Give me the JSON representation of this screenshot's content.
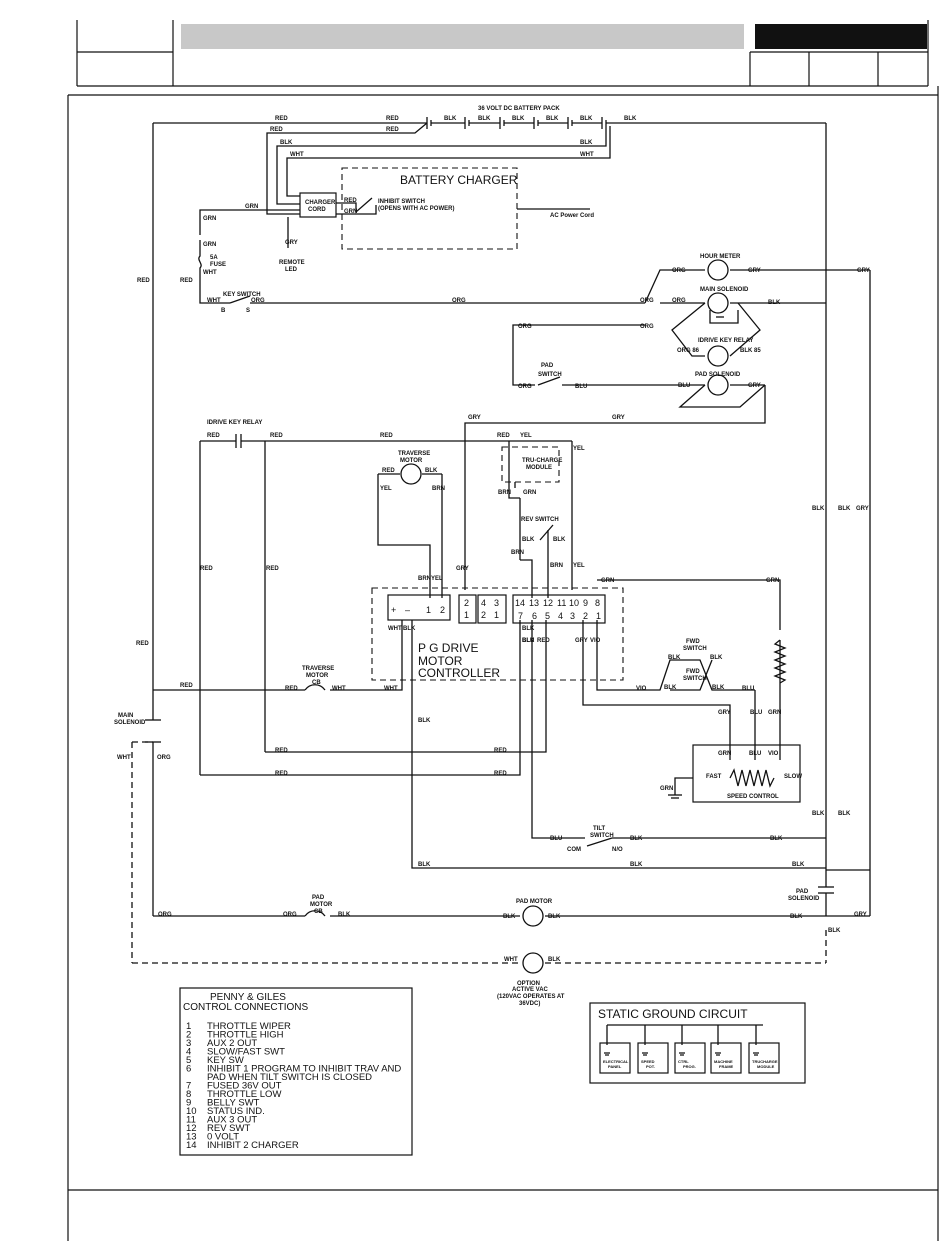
{
  "battery_pack": {
    "title": "36 VOLT DC BATTERY PACK"
  },
  "battery_charger": {
    "title": "BATTERY CHARGER",
    "cord_label": "CHARGER CORD",
    "inhibit_switch_1": "INHIBIT SWITCH",
    "inhibit_switch_2": "(OPENS WITH AC POWER)",
    "ac_cord": "AC Power Cord",
    "remote_led_1": "REMOTE",
    "remote_led_2": "LED"
  },
  "fuse": {
    "line1": "5A",
    "line2": "FUSE"
  },
  "key_switch": {
    "title": "KEY SWITCH",
    "t1": "B",
    "t2": "S"
  },
  "components": {
    "hour_meter": "HOUR METER",
    "main_solenoid": "MAIN SOLENOID",
    "idrive_key_relay_top": "IDRIVE KEY RELAY",
    "org86": "ORG 86",
    "blk85": "BLK 85",
    "pad_switch_1": "PAD",
    "pad_switch_2": "SWITCH",
    "pad_solenoid": "PAD SOLENOID",
    "idrive_key_relay": "IDRIVE KEY RELAY",
    "traverse_motor_1": "TRAVERSE",
    "traverse_motor_2": "MOTOR",
    "trucharge_1": "TRU-CHARGE",
    "trucharge_2": "MODULE",
    "rev_switch": "REV SWITCH",
    "fwd_switch_1": "FWD",
    "fwd_switch_2": "SWITCH",
    "speed_control": "SPEED CONTROL",
    "fast": "FAST",
    "slow": "SLOW",
    "traverse_cb_1": "TRAVERSE",
    "traverse_cb_2": "MOTOR",
    "traverse_cb_3": "CB",
    "main_solenoid_left_1": "MAIN",
    "main_solenoid_left_2": "SOLENOID",
    "tilt_switch_1": "TILT",
    "tilt_switch_2": "SWITCH",
    "com": "COM",
    "no": "N/O",
    "pad_motor_cb_1": "PAD",
    "pad_motor_cb_2": "MOTOR",
    "pad_motor_cb_3": "CB",
    "pad_motor": "PAD MOTOR",
    "pad_solenoid_right_1": "PAD",
    "pad_solenoid_right_2": "SOLENOID",
    "option_1": "OPTION",
    "option_2": "ACTIVE VAC",
    "option_3": "(120VAC OPERATES AT",
    "option_4": "36VDC)"
  },
  "controller": {
    "line1": "P  G  DRIVE",
    "line2": "MOTOR",
    "line3": "CONTROLLER",
    "pins_top": [
      "14",
      "13",
      "12",
      "11",
      "10",
      "9",
      "8"
    ],
    "pins_bottom": [
      "7",
      "6",
      "5",
      "4",
      "3",
      "2",
      "1"
    ],
    "plug_a_top": "2",
    "plug_a_bottom": "1",
    "plug_b_top": [
      "4",
      "3"
    ],
    "plug_b_bottom": [
      "2",
      "1"
    ],
    "motor_plug": [
      "+",
      "–",
      "1",
      "2"
    ]
  },
  "wires": {
    "red": "RED",
    "blk": "BLK",
    "wht": "WHT",
    "grn": "GRN",
    "gry": "GRY",
    "org": "ORG",
    "blu": "BLU",
    "yel": "YEL",
    "brn": "BRN",
    "vio": "VIO"
  },
  "legend": {
    "title1": "PENNY & GILES",
    "title2": "CONTROL CONNECTIONS",
    "items": [
      {
        "n": "1",
        "t": "THROTTLE WIPER"
      },
      {
        "n": "2",
        "t": "THROTTLE HIGH"
      },
      {
        "n": "3",
        "t": "AUX 2 OUT"
      },
      {
        "n": "4",
        "t": "SLOW/FAST SWT"
      },
      {
        "n": "5",
        "t": "KEY SW"
      },
      {
        "n": "6",
        "t": "INHIBIT 1 PROGRAM TO INHIBIT TRAV AND"
      },
      {
        "n": "",
        "t": "PAD WHEN TILT SWITCH IS CLOSED"
      },
      {
        "n": "7",
        "t": "FUSED 36V OUT"
      },
      {
        "n": "8",
        "t": "THROTTLE LOW"
      },
      {
        "n": "9",
        "t": "BELLY SWT"
      },
      {
        "n": "10",
        "t": "STATUS IND."
      },
      {
        "n": "11",
        "t": "AUX 3 OUT"
      },
      {
        "n": "12",
        "t": "REV SWT"
      },
      {
        "n": "13",
        "t": "0 VOLT"
      },
      {
        "n": "14",
        "t": "INHIBIT 2 CHARGER"
      }
    ]
  },
  "static_ground": {
    "title": "STATIC GROUND CIRCUIT",
    "items": [
      {
        "l1": "ELECTRICAL",
        "l2": "PANEL"
      },
      {
        "l1": "SPEED",
        "l2": "POT."
      },
      {
        "l1": "CTRL",
        "l2": "PROG."
      },
      {
        "l1": "MACHINE",
        "l2": "FRAME"
      },
      {
        "l1": "TRUCHARGE",
        "l2": "MODULE"
      }
    ]
  }
}
